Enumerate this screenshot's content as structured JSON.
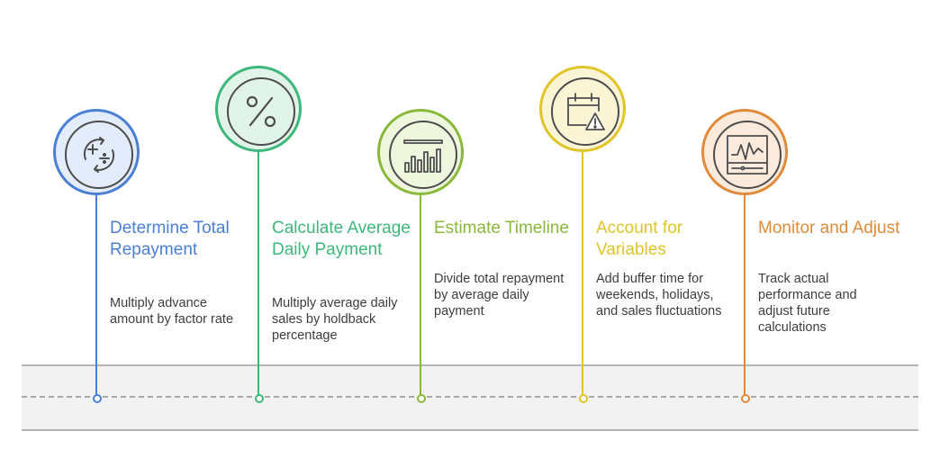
{
  "steps": [
    {
      "title": "Determine Total Repayment",
      "description": "Multiply advance amount by factor rate",
      "color": "#4a7fd6",
      "ring_fill": "#e3ecfb",
      "icon": "plus-divide-cycle-icon"
    },
    {
      "title": "Calculate Average Daily Payment",
      "description": "Multiply average daily sales by holdback percentage",
      "color": "#3db87a",
      "ring_fill": "#e1f4e9",
      "icon": "percent-icon"
    },
    {
      "title": "Estimate Timeline",
      "description": "Divide total repayment by average daily payment",
      "color": "#8ab83a",
      "ring_fill": "#eef6dd",
      "icon": "bar-chart-icon"
    },
    {
      "title": "Account for Variables",
      "description": "Add buffer time for weekends, holidays, and sales fluctuations",
      "color": "#e0c429",
      "ring_fill": "#fbf5d6",
      "icon": "calendar-warning-icon"
    },
    {
      "title": "Monitor and Adjust",
      "description": "Track actual performance and adjust future calculations",
      "color": "#e08a3a",
      "ring_fill": "#fcebdc",
      "icon": "monitor-graph-icon"
    }
  ]
}
